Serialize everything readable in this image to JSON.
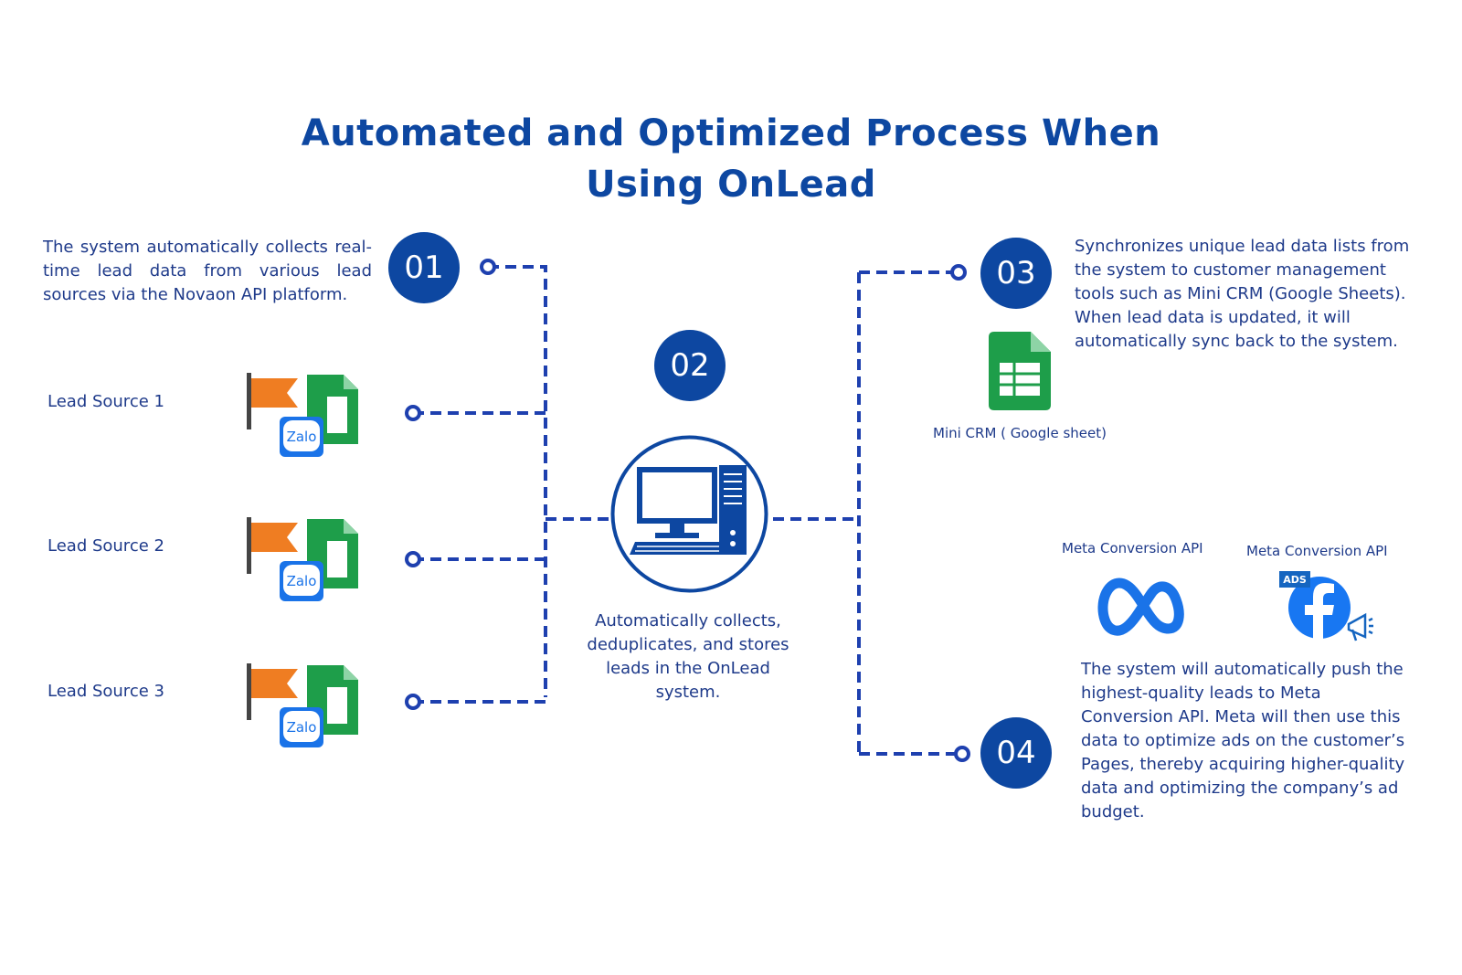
{
  "title": {
    "line1": "Automated and Optimized Process When",
    "line2": "Using OnLead"
  },
  "steps": {
    "s1": {
      "num": "01",
      "text": "The system automatically collects real-time lead data from various lead sources via the Novaon API platform."
    },
    "s2": {
      "num": "02",
      "text": "Automatically collects, deduplicates, and stores leads in the OnLead system."
    },
    "s3": {
      "num": "03",
      "text_line1": "Synchronizes unique lead data lists from the system to customer management tools such as Mini CRM (Google Sheets).",
      "text_line2": "When lead data is updated, it will automatically sync back to the system."
    },
    "s4": {
      "num": "04",
      "text": "The system will automatically push the highest-quality leads to Meta Conversion API. Meta will then use this data to optimize ads on the customer’s Pages, thereby acquiring higher-quality data and optimizing the company’s ad budget."
    }
  },
  "sources": [
    {
      "label": "Lead Source 1",
      "zalo": "Zalo"
    },
    {
      "label": "Lead Source 2",
      "zalo": "Zalo"
    },
    {
      "label": "Lead Source 3",
      "zalo": "Zalo"
    }
  ],
  "mini_crm": {
    "label": "Mini CRM ( Google sheet)"
  },
  "meta": {
    "label1": "Meta Conversion API",
    "label2": "Meta Conversion API",
    "ads_badge": "ADS"
  },
  "colors": {
    "primary": "#0d47a1",
    "line": "#1e40af",
    "flag": "#ef7d22",
    "sheets": "#1e9e4a",
    "zalo": "#1a73e8",
    "facebook": "#1877f2"
  },
  "icons": [
    "flag-icon",
    "google-sheets-icon",
    "zalo-icon",
    "computer-icon",
    "meta-logo-icon",
    "facebook-ads-icon"
  ]
}
